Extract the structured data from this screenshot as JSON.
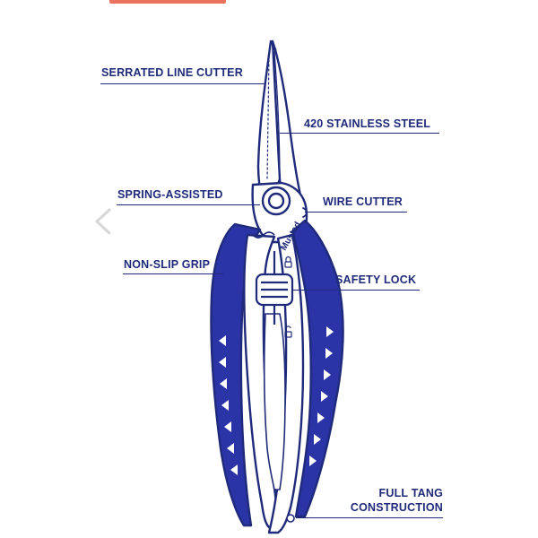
{
  "brand": "Mustad",
  "colors": {
    "ink": "#1f2a7a",
    "grip": "#2a34a6",
    "accent": "#e9735f",
    "arrow": "#d6d6d6"
  },
  "icons": {
    "prev": "chevron-left-icon"
  },
  "labels": {
    "serrated_line_cutter": "SERRATED LINE CUTTER",
    "stainless_steel": "420 STAINLESS STEEL",
    "spring_assisted": "SPRING-ASSISTED",
    "wire_cutter": "WIRE CUTTER",
    "non_slip_grip": "NON-SLIP GRIP",
    "safety_lock": "SAFETY LOCK",
    "full_tang_line1": "FULL TANG",
    "full_tang_line2": "CONSTRUCTION"
  }
}
